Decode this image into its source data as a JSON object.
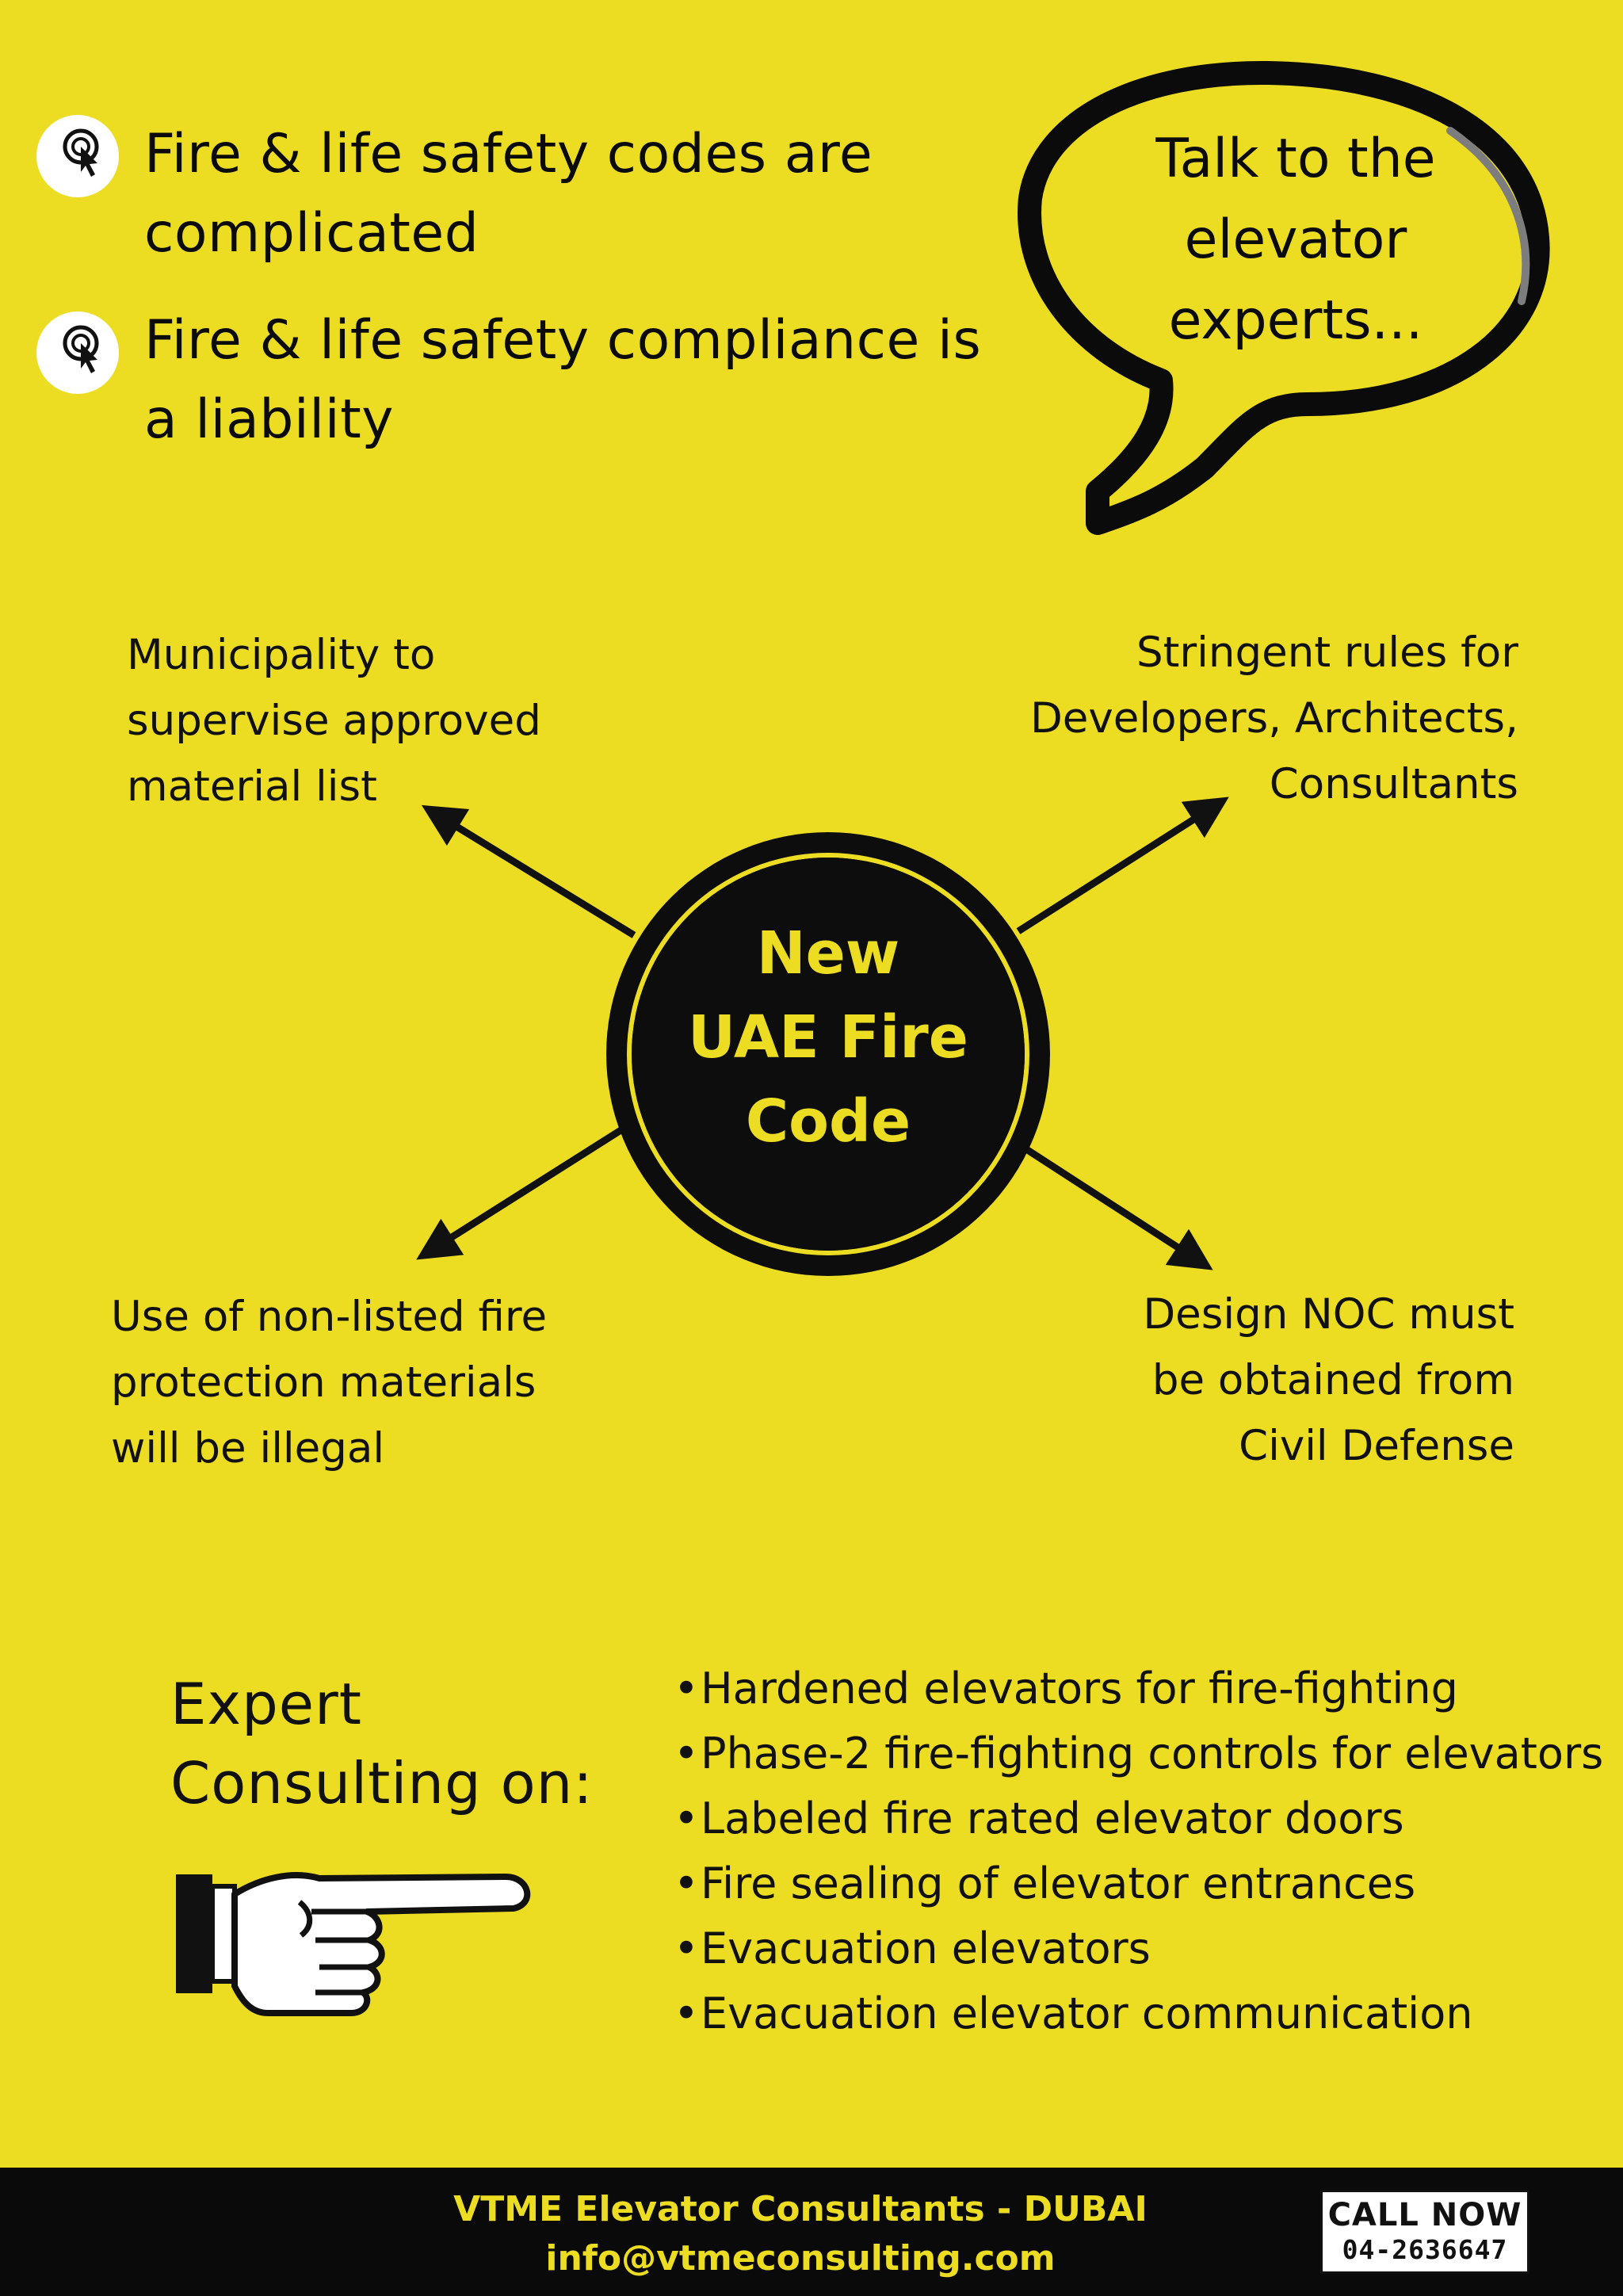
{
  "bullets": [
    {
      "icon": "pointer-click-icon",
      "line1": "Fire & life safety codes are",
      "line2": "complicated"
    },
    {
      "icon": "pointer-click-icon",
      "line1": "Fire & life safety compliance is",
      "line2": "a liability"
    }
  ],
  "bubble": {
    "line1": "Talk to the",
    "line2": "elevator",
    "line3": "experts..."
  },
  "hub": {
    "line1": "New",
    "line2": "UAE Fire",
    "line3": "Code"
  },
  "captions": {
    "top_left": [
      "Municipality to",
      "supervise approved",
      "material list"
    ],
    "top_right": [
      "Stringent rules for",
      "Developers, Architects,",
      "Consultants"
    ],
    "bottom_left": [
      "Use of non-listed fire",
      "protection materials",
      "will be illegal"
    ],
    "bottom_right": [
      "Design NOC must",
      "be obtained from",
      "Civil Defense"
    ]
  },
  "expert": {
    "line1": "Expert",
    "line2": "Consulting on:"
  },
  "services": [
    "Hardened elevators for fire-fighting",
    "Phase-2 fire-fighting controls for elevators",
    "Labeled fire rated elevator doors",
    "Fire sealing of elevator entrances",
    "Evacuation elevators",
    "Evacuation elevator communication"
  ],
  "footer": {
    "company": "VTME Elevator Consultants - DUBAI",
    "email": "info@vtmeconsulting.com",
    "call_label": "CALL NOW",
    "phone": "04-2636647"
  },
  "colors": {
    "background": "#ecdd22",
    "dark": "#0d0d0d",
    "accent_text": "#ecdd22"
  }
}
